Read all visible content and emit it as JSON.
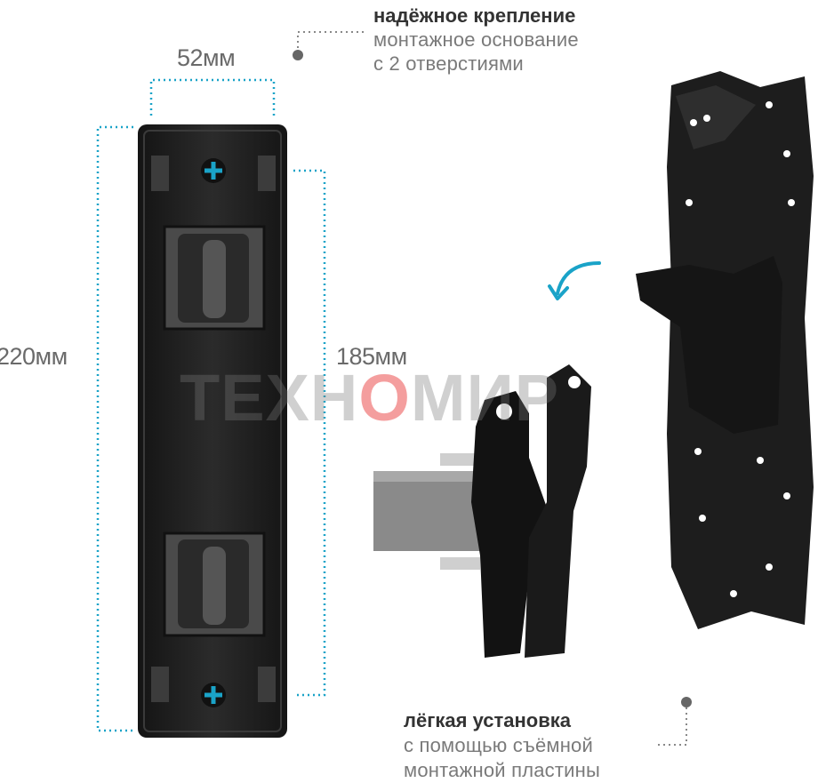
{
  "dimensions": {
    "width_label": "52мм",
    "height_label": "220мм",
    "hole_spacing_label": "185мм"
  },
  "callouts": {
    "top": {
      "title": "надёжное крепление",
      "line1": "монтажное основание",
      "line2": "с 2 отверстиями"
    },
    "bottom": {
      "title": "лёгкая установка",
      "line1": "с помощью съёмной",
      "line2": "монтажной пластины"
    }
  },
  "watermark": {
    "part1": "ТЕХН",
    "part2": "О",
    "part3": "МИР"
  },
  "colors": {
    "accent": "#1aa3c8",
    "metal": "#222222",
    "watermark_red": "#e62828"
  },
  "icons": [
    "plus-screw-icon",
    "curved-arrow-icon",
    "callout-dot-icon"
  ]
}
